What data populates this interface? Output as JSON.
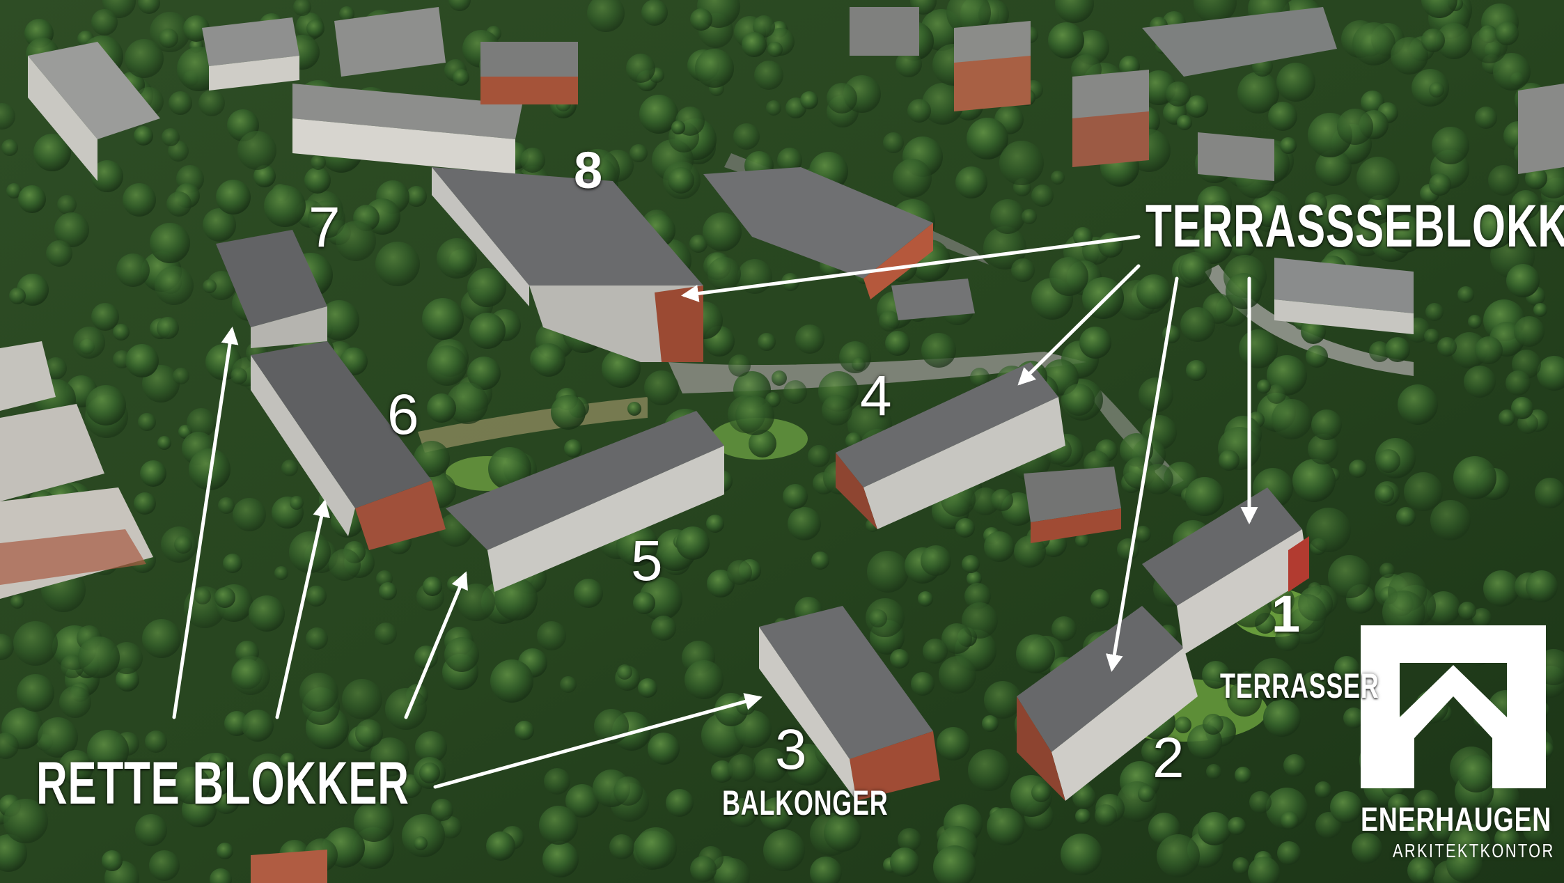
{
  "labels": {
    "terrassseblokker": "TERRASSSEBLOKKER",
    "rette_blokker": "RETTE BLOKKER",
    "terrasser": "TERRASSER",
    "balkonger": "BALKONGER"
  },
  "buildings": [
    "1",
    "2",
    "3",
    "4",
    "5",
    "6",
    "7",
    "8"
  ],
  "logo": {
    "name": "ENERHAUGEN",
    "subtitle": "ARKITEKTKONTOR"
  },
  "colors": {
    "label": "#ffffff",
    "forest_dark": "#1f3a1c",
    "forest_mid": "#3d6a2e",
    "roof": "#6c6c6e",
    "facade": "#cfcfcc",
    "brick": "#8a3a26"
  },
  "icons": {
    "arrows": "arrow-icon",
    "logo": "enerhaugen-logo-icon"
  }
}
